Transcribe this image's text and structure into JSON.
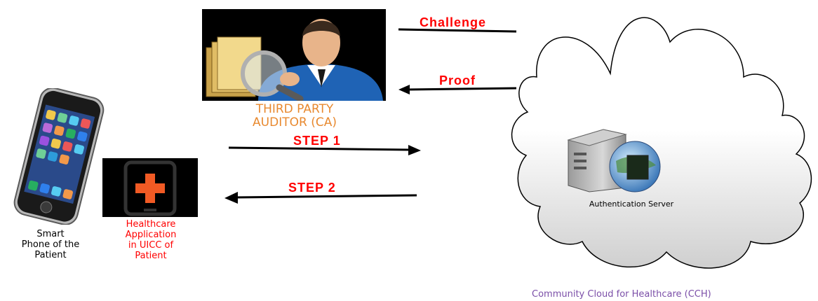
{
  "auditor": {
    "label_line1": "THIRD PARTY",
    "label_line2": "AUDITOR (CA)"
  },
  "arrows": {
    "challenge": "Challenge",
    "proof": "Proof",
    "step1": "STEP 1",
    "step2": "STEP 2"
  },
  "phone": {
    "label_line1": "Smart",
    "label_line2": "Phone of the",
    "label_line3": "Patient"
  },
  "app": {
    "label_line1": "Healthcare",
    "label_line2": "Application",
    "label_line3": "in UICC of",
    "label_line4": "Patient"
  },
  "server": {
    "label": "Authentication Server"
  },
  "cloud": {
    "label": "Community Cloud for Healthcare (CCH)"
  },
  "colors": {
    "orange": "#e8892f",
    "red": "#ff0000",
    "purple": "#7b4fa8",
    "black": "#000000"
  }
}
